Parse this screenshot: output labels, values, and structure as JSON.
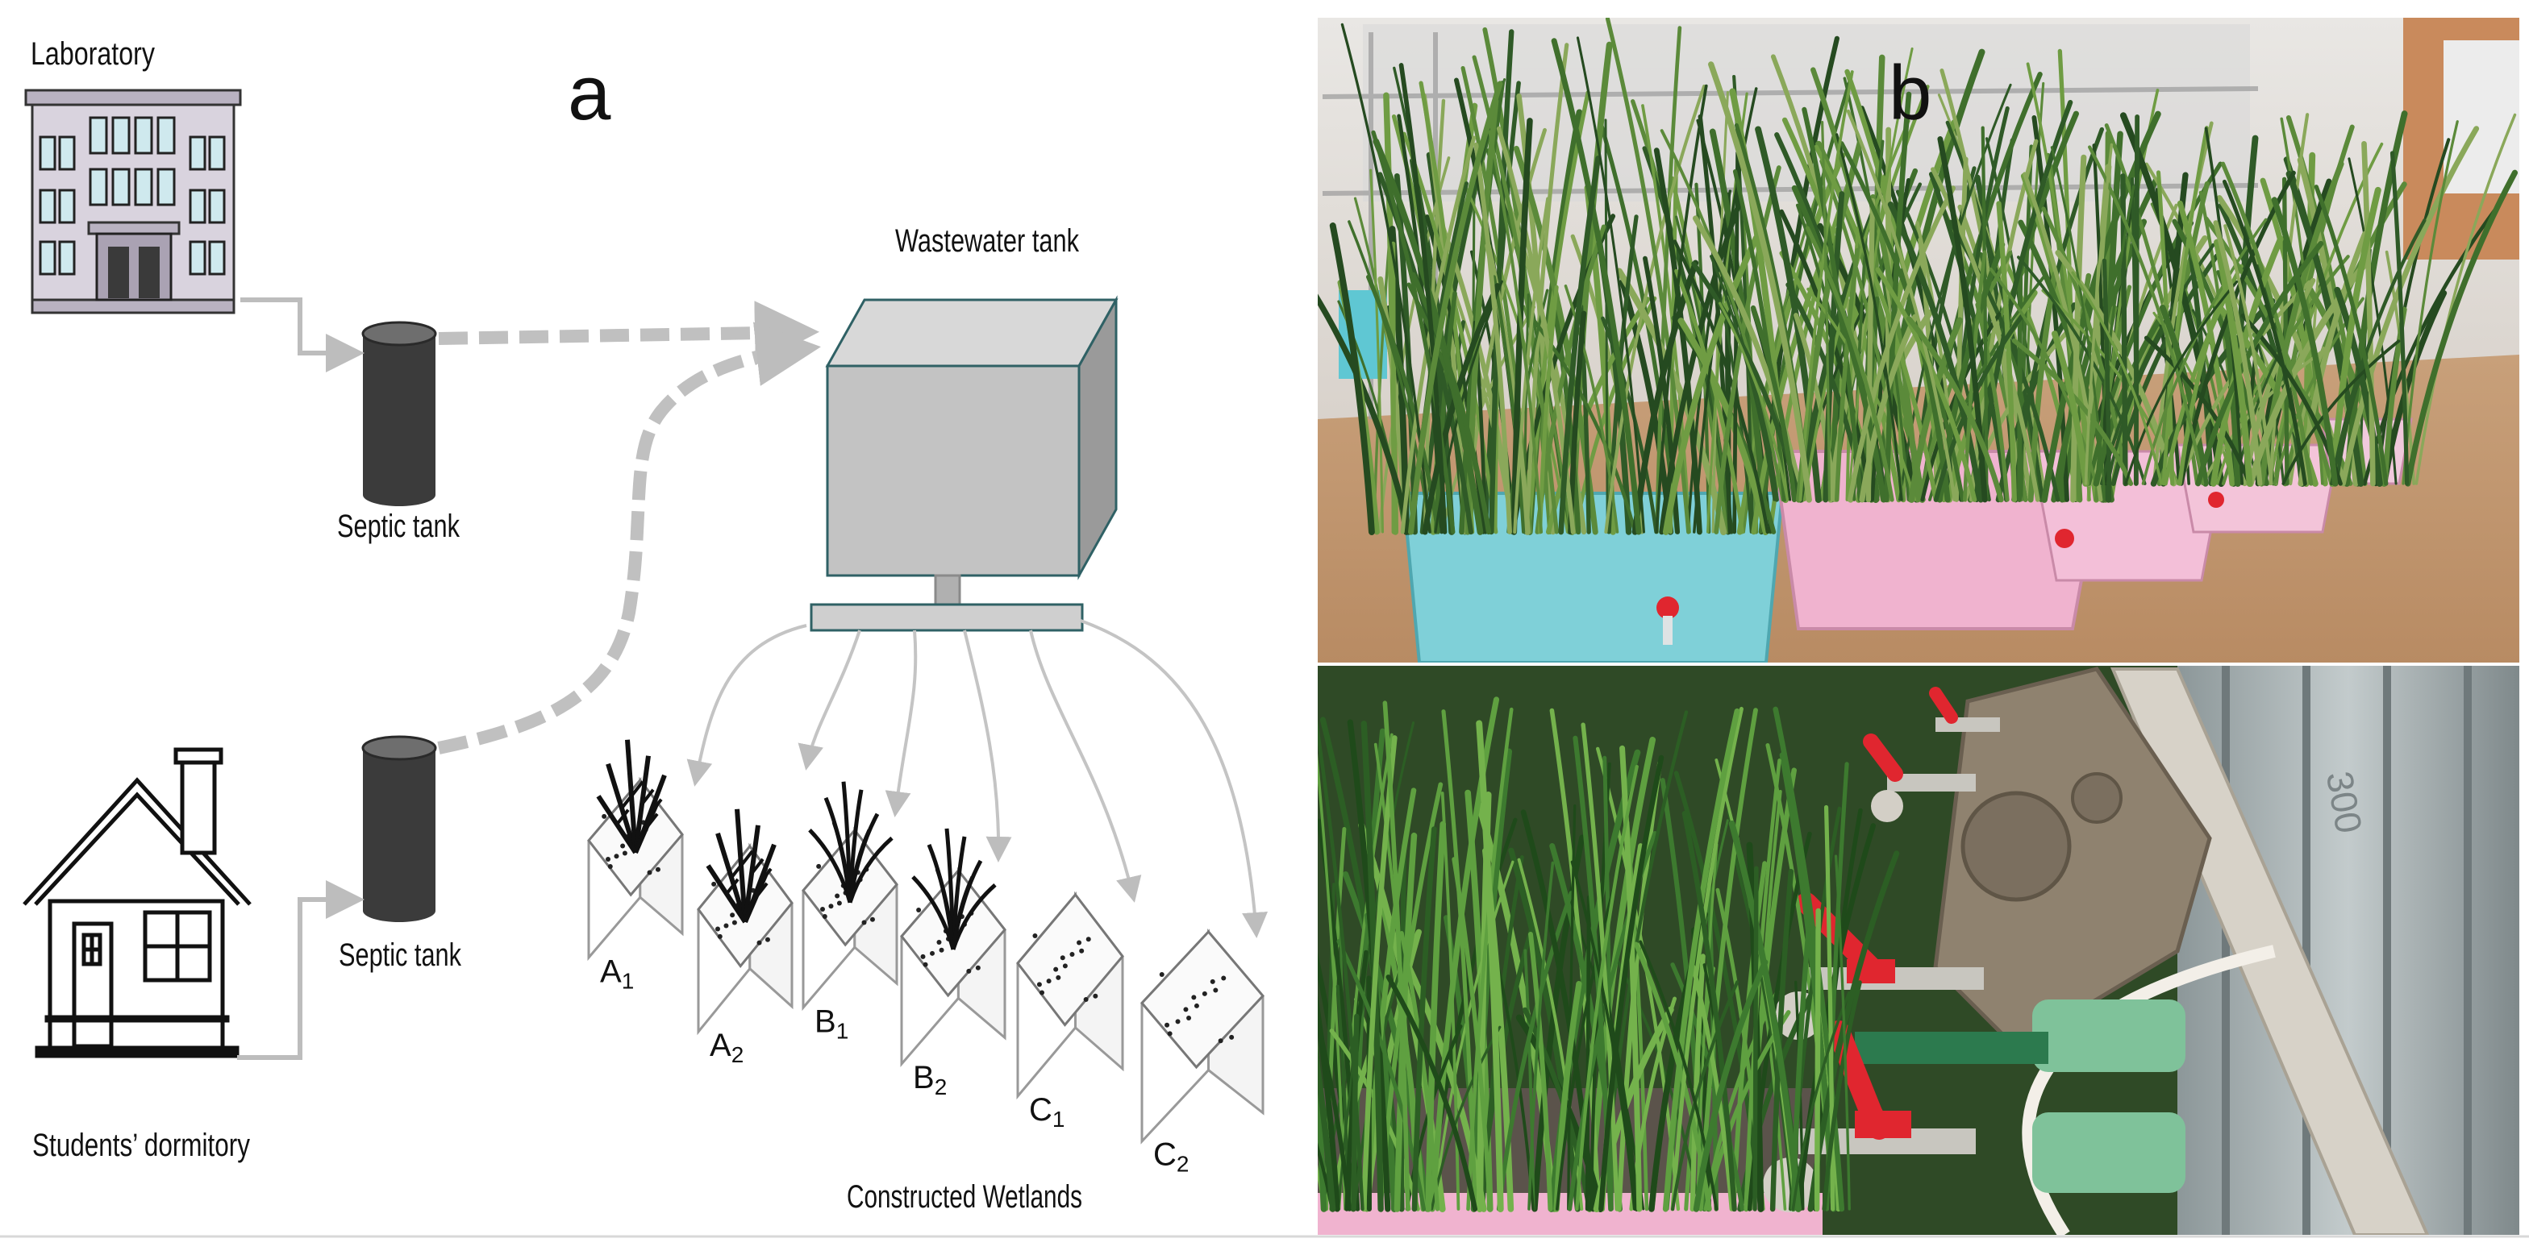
{
  "panel_a": {
    "letter": "a",
    "labels": {
      "laboratory": "Laboratory",
      "septic_top": "Septic tank",
      "septic_bottom": "Septic tank",
      "wastewater_tank": "Wastewater tank",
      "dormitory": "Students’ dormitory",
      "constructed_wetlands": "Constructed Wetlands"
    },
    "cells": [
      {
        "letter": "A",
        "index": "1",
        "fill": "shrub"
      },
      {
        "letter": "A",
        "index": "2",
        "fill": "shrub"
      },
      {
        "letter": "B",
        "index": "1",
        "fill": "grass"
      },
      {
        "letter": "B",
        "index": "2",
        "fill": "grass"
      },
      {
        "letter": "C",
        "index": "1",
        "fill": "none"
      },
      {
        "letter": "C",
        "index": "2",
        "fill": "none"
      }
    ]
  },
  "panel_b": {
    "letter": "b",
    "container_mark": "300"
  },
  "colors": {
    "flow_line": "#bdbdbd",
    "tank_face": "#c3c3c3",
    "tank_side": "#9a9a9a",
    "tank_edge": "#2f6165",
    "septic": "#3b3b3b",
    "building": "#d9d3de",
    "window": "#cfe9ee",
    "tub_blue": "#7fd0d8",
    "tub_pink": "#f0b3cf",
    "valve_red": "#e0262f"
  }
}
